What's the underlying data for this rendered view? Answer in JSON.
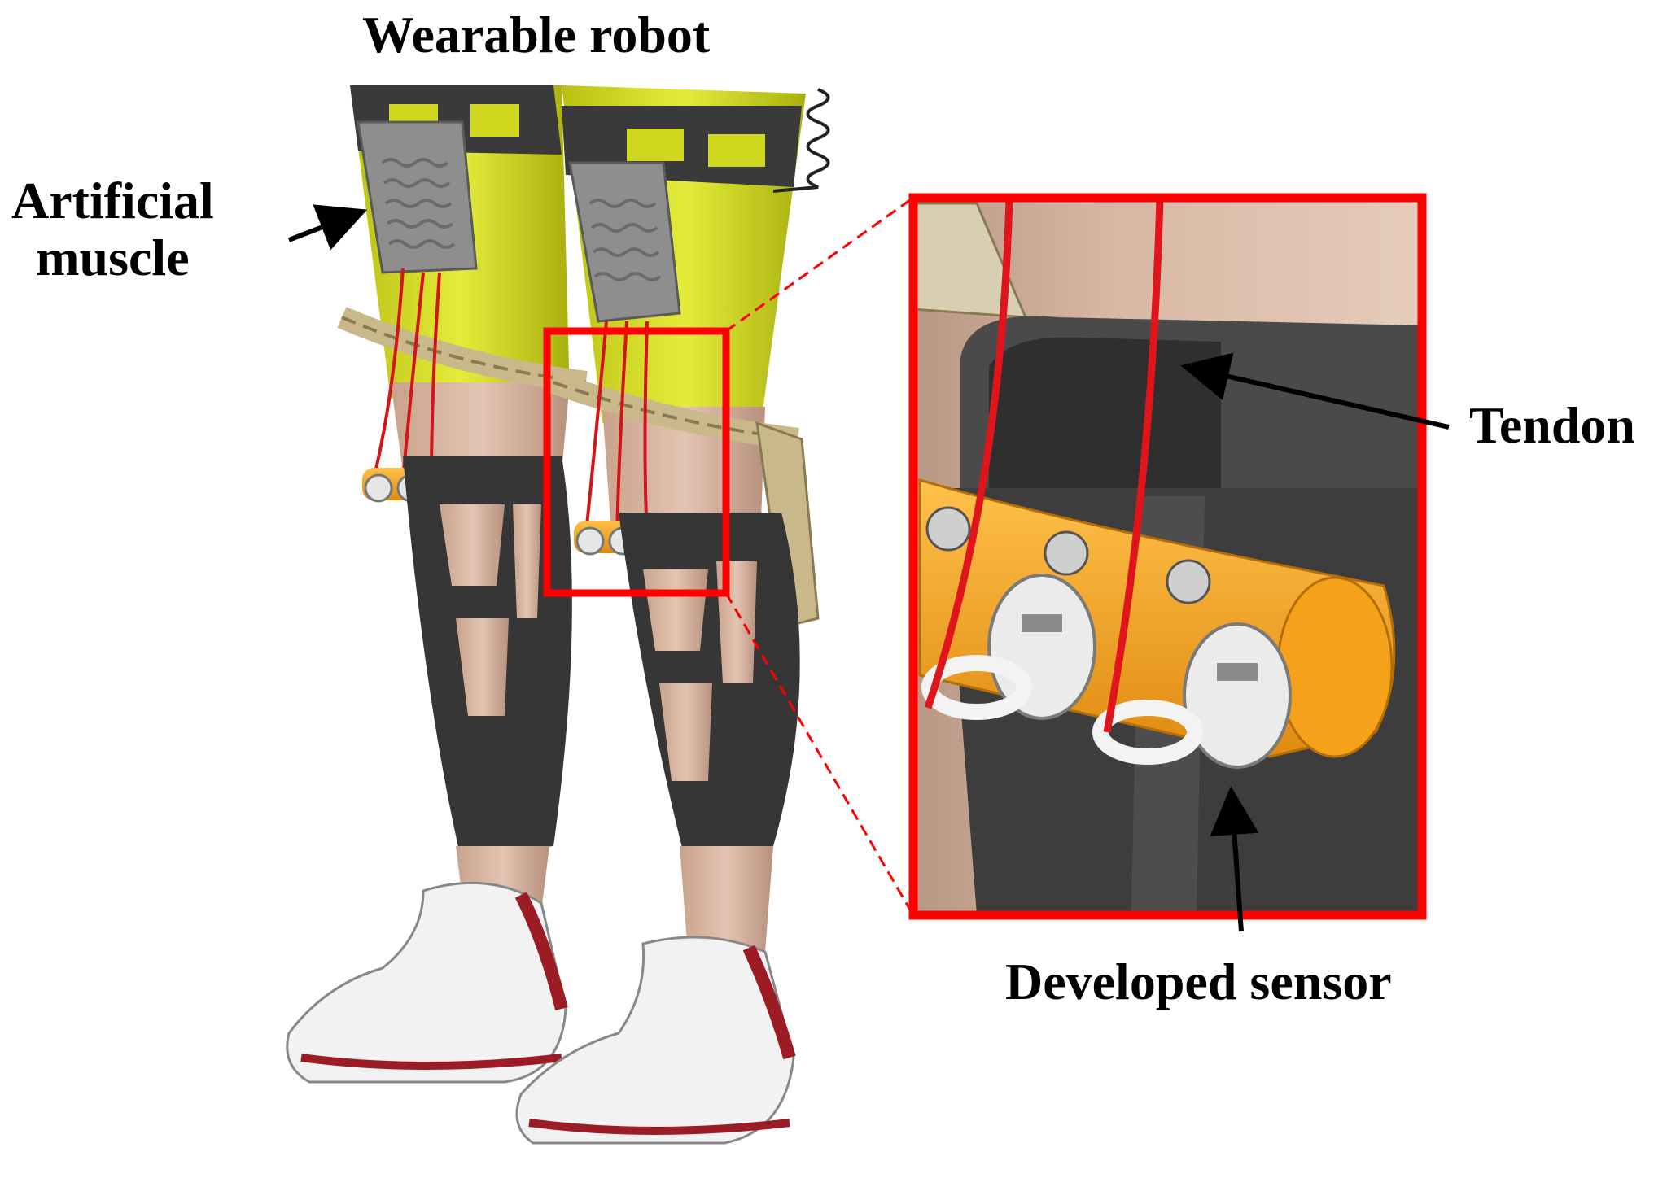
{
  "labels": {
    "title": "Wearable robot",
    "artificial_muscle_line1": "Artificial",
    "artificial_muscle_line2": "muscle",
    "tendon": "Tendon",
    "developed_sensor": "Developed sensor"
  },
  "colors": {
    "highlight_box": "#ff0000",
    "tendon": "#e0151b",
    "thigh_sleeve": "#cfd81f",
    "brace_dark": "#3c3c3c",
    "skin": "#d8b6a2",
    "sensor_orange": "#f5a21a",
    "shoe_red": "#9c1c26"
  }
}
